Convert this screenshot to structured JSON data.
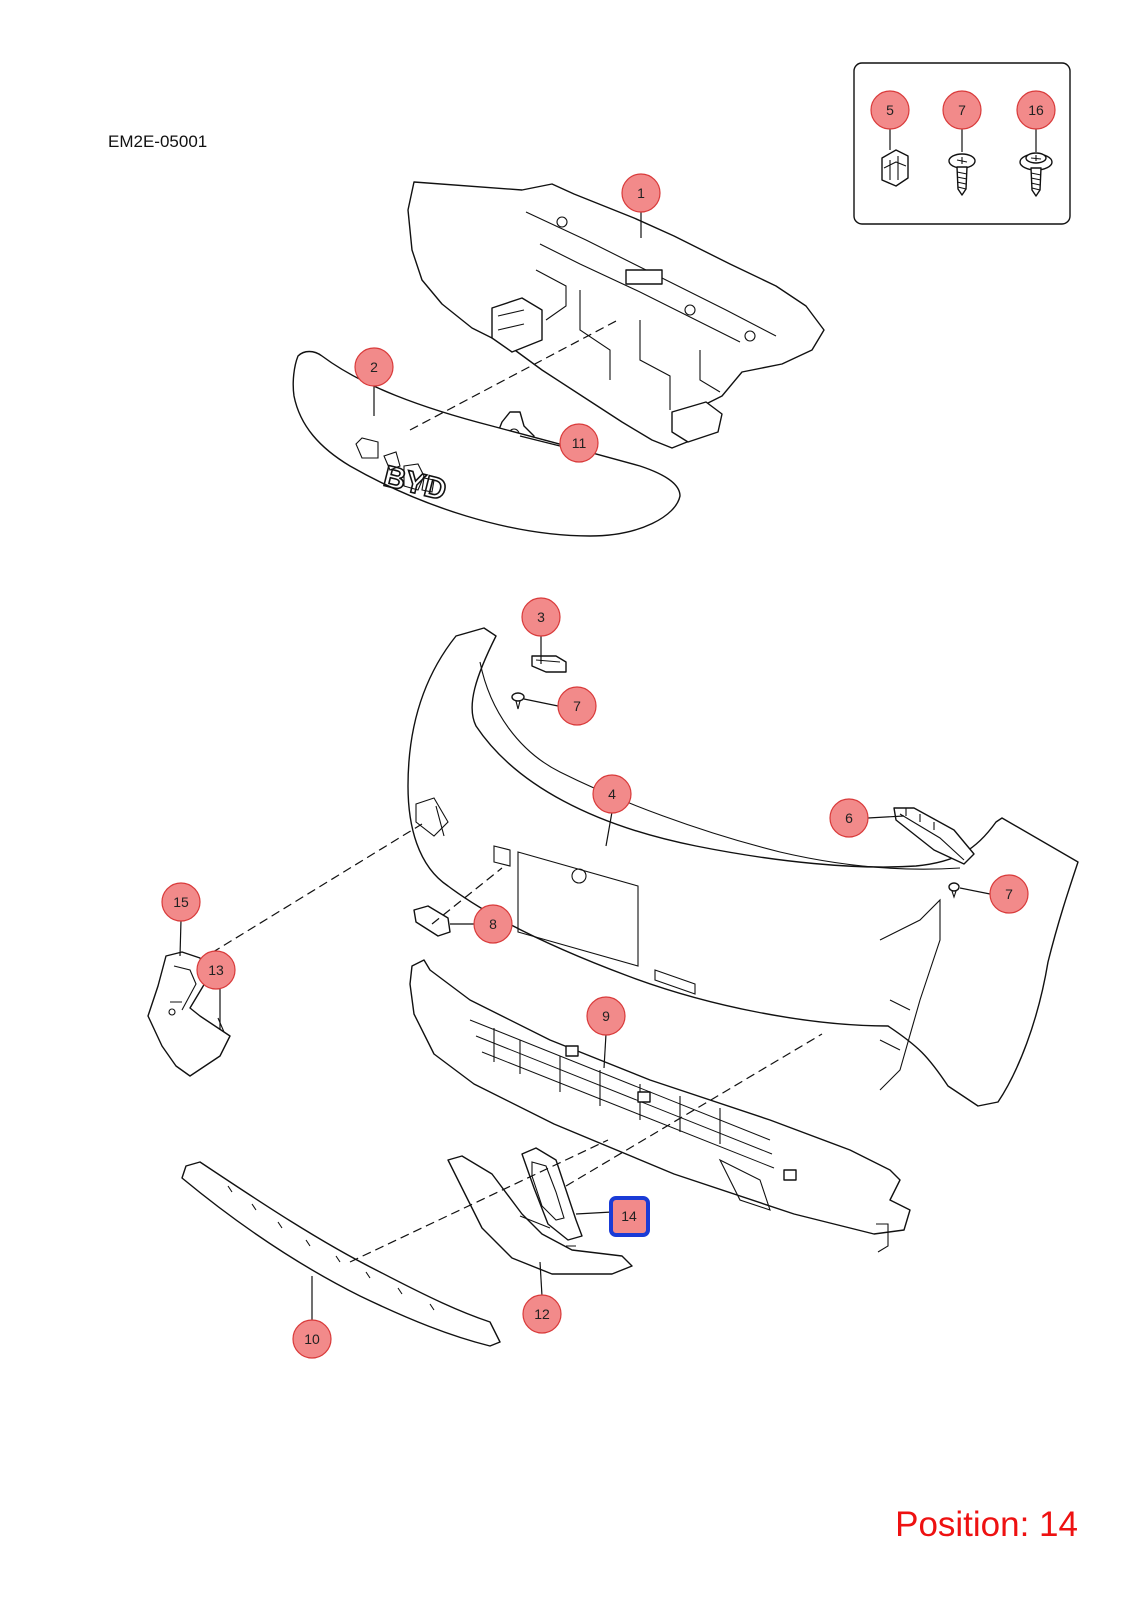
{
  "diagram_code": "EM2E-05001",
  "position_label": "Position: 14",
  "brand_mark": "BYD",
  "colors": {
    "callout_fill": "#f28a8a",
    "callout_stroke": "#d93b3b",
    "active_outline": "#1a3bd6",
    "position_text": "#ee1111"
  },
  "fastener_box": {
    "items": [
      {
        "number": "5",
        "icon": "clip-nut-icon"
      },
      {
        "number": "7",
        "icon": "pan-head-screw-icon"
      },
      {
        "number": "16",
        "icon": "washer-head-screw-icon"
      }
    ]
  },
  "callouts": [
    {
      "number": "1"
    },
    {
      "number": "2"
    },
    {
      "number": "3"
    },
    {
      "number": "7"
    },
    {
      "number": "4"
    },
    {
      "number": "6"
    },
    {
      "number": "7"
    },
    {
      "number": "15"
    },
    {
      "number": "13"
    },
    {
      "number": "8"
    },
    {
      "number": "9"
    },
    {
      "number": "11"
    },
    {
      "number": "14",
      "highlighted": true
    },
    {
      "number": "12"
    },
    {
      "number": "10"
    }
  ]
}
